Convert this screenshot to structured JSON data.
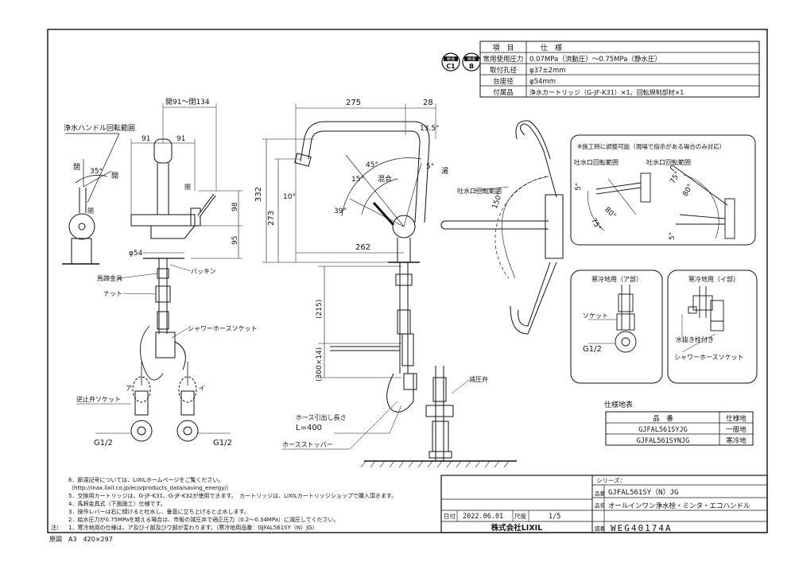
{
  "spec_table": {
    "header": {
      "item": "項　目",
      "spec": "仕　様"
    },
    "rows": [
      {
        "item": "常用使用圧力",
        "value": "0.07MPa（流動圧）～0.75MPa（静水圧）"
      },
      {
        "item": "取付孔径",
        "value": "φ37±2mm"
      },
      {
        "item": "台座径",
        "value": "φ54mm"
      },
      {
        "item": "付属品",
        "value": "浄水カートリッジ（G-JF-K31）×1、回転規制部材×1"
      }
    ]
  },
  "badges": {
    "c1_top": "節湯",
    "c1": "C1",
    "b_top": "節湯",
    "b": "B"
  },
  "side_view": {
    "title": "浄水ハンドル回転範囲",
    "close1": "閉",
    "angle": "35°",
    "open": "開",
    "close2": "閉"
  },
  "front_view": {
    "top_dim": "開91～閉134",
    "dim_left": "91",
    "dim_right": "91",
    "close": "閉",
    "dim_98": "98",
    "dim_95": "95",
    "dia54": "φ54",
    "packing": "パッキン",
    "horse_shoe": "馬蹄金具",
    "nut": "ナット",
    "shower_socket": "シャワーホースソケット",
    "a_left": "ア",
    "a_right": "イ",
    "check_socket": "逆止弁ソケット",
    "g_left": "G1/2",
    "g_right": "G1/2"
  },
  "section_view": {
    "dim_275": "275",
    "dim_28": "28",
    "dim_13_5": "13.5°",
    "dim_45": "45°",
    "dim_15": "15°",
    "mix": "混合",
    "dim_5": "5°",
    "hot": "湯",
    "dim_10": "10°",
    "dim_39": "39°",
    "dim_332": "332",
    "dim_273": "273",
    "dim_262": "262",
    "dim_215": "(215)",
    "dim_300": "(300×14)",
    "hose_len": "ホース引出し長さ",
    "hose_val": "L=400",
    "hose_stopper": "ホースストッパー",
    "pressure_valve": "減圧弁"
  },
  "spout_view": {
    "title": "吐水口回転範囲",
    "angle": "150°"
  },
  "adjust_box": {
    "title": "※施工時に調整可能（現場で指示がある場合のみ対応）",
    "left_title": "吐水口回転範囲",
    "right_title": "吐水口回転範囲",
    "a5": "5°",
    "a80": "80°",
    "a75": "75°",
    "b75": "75°",
    "b80": "80°",
    "b5": "5°"
  },
  "cold_a": {
    "title": "寒冷地用（ア部）",
    "socket": "ソケット",
    "g": "G1/2"
  },
  "cold_i": {
    "title": "寒冷地用（イ部）",
    "drain": "水抜き栓付き",
    "shower": "シャワーホースソケット"
  },
  "model_table": {
    "title": "仕様地表",
    "header": {
      "model": "品　番",
      "area": "仕様地"
    },
    "rows": [
      {
        "model": "GJFAL561SYJG",
        "area": "一般地"
      },
      {
        "model": "GJFAL561SYNJG",
        "area": "寒冷地"
      }
    ]
  },
  "notes": [
    "6．節湯記号については、LIXILホームページをご覧ください。",
    "（http://inax.lixil.co.jp/eco/products_data/saving_energy/）",
    "5．交換用カートリッジは、G-JF-K31、G-JF-K32が使用できます。　カートリッジは、LIXILカートリッジショップで購入頂きます。",
    "4．馬蹄金具式（下面施工）仕様です。",
    "3．操作レバーは右に傾けると吐水し、垂直に立ち上げると止水します。",
    "2．給水圧力が0.75MPaを越える場合は、市販の減圧弁で適正圧力（0.2～0.34MPa）に減圧してください。",
    "1．寒冷地用の仕様は、ア及びイ部及びウ部が変わります。（寒冷地用品番：GJFAL561SY（N）JG）"
  ],
  "note_label": "注）",
  "title_block": {
    "series_label": "シリーズ：",
    "model_label": "品番",
    "model": "GJFAL561SY（N）JG",
    "name_label": "品名",
    "name": "オールインワン浄水栓・ミンタ・エコハンドル",
    "date_label": "日付",
    "date": "2022.06.01",
    "scale_label": "尺度",
    "scale": "1/5",
    "company": "株式会社LIXIL",
    "drawing_label": "図番",
    "drawing_no": "WEG40174A"
  },
  "footer": "原図　A3　420×297"
}
